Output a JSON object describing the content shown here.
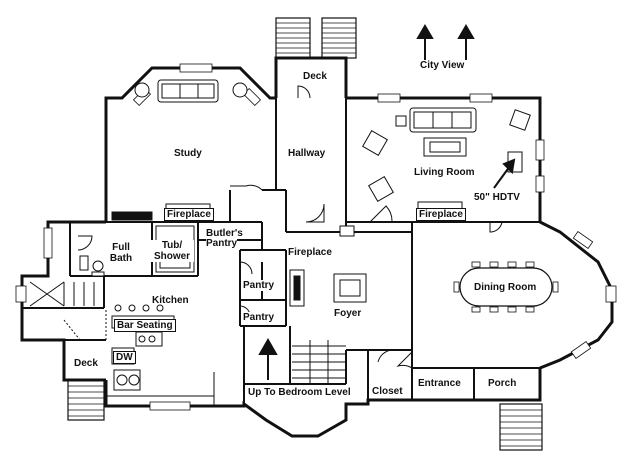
{
  "rooms": {
    "deck_top": "Deck",
    "study": "Study",
    "hallway": "Hallway",
    "living_room": "Living Room",
    "fireplace_study": "Fireplace",
    "fireplace_living": "Fireplace",
    "fireplace_foyer": "Fireplace",
    "full_bath_1": "Full",
    "full_bath_2": "Bath",
    "tub_1": "Tub/",
    "tub_2": "Shower",
    "butlers_1": "Butler's",
    "butlers_2": "Pantry",
    "pantry_a": "Pantry",
    "pantry_b": "Pantry",
    "kitchen": "Kitchen",
    "bar_seating": "Bar Seating",
    "deck_left": "Deck",
    "dw": "DW",
    "foyer": "Foyer",
    "dining_room": "Dining Room",
    "up_to_bedroom": "Up To Bedroom Level",
    "closet": "Closet",
    "entrance": "Entrance",
    "porch": "Porch"
  },
  "annotations": {
    "city_view": "City View",
    "hdtv": "50\" HDTV"
  },
  "colors": {
    "wall": "#111111",
    "background": "#ffffff",
    "window": "#ffffff"
  }
}
